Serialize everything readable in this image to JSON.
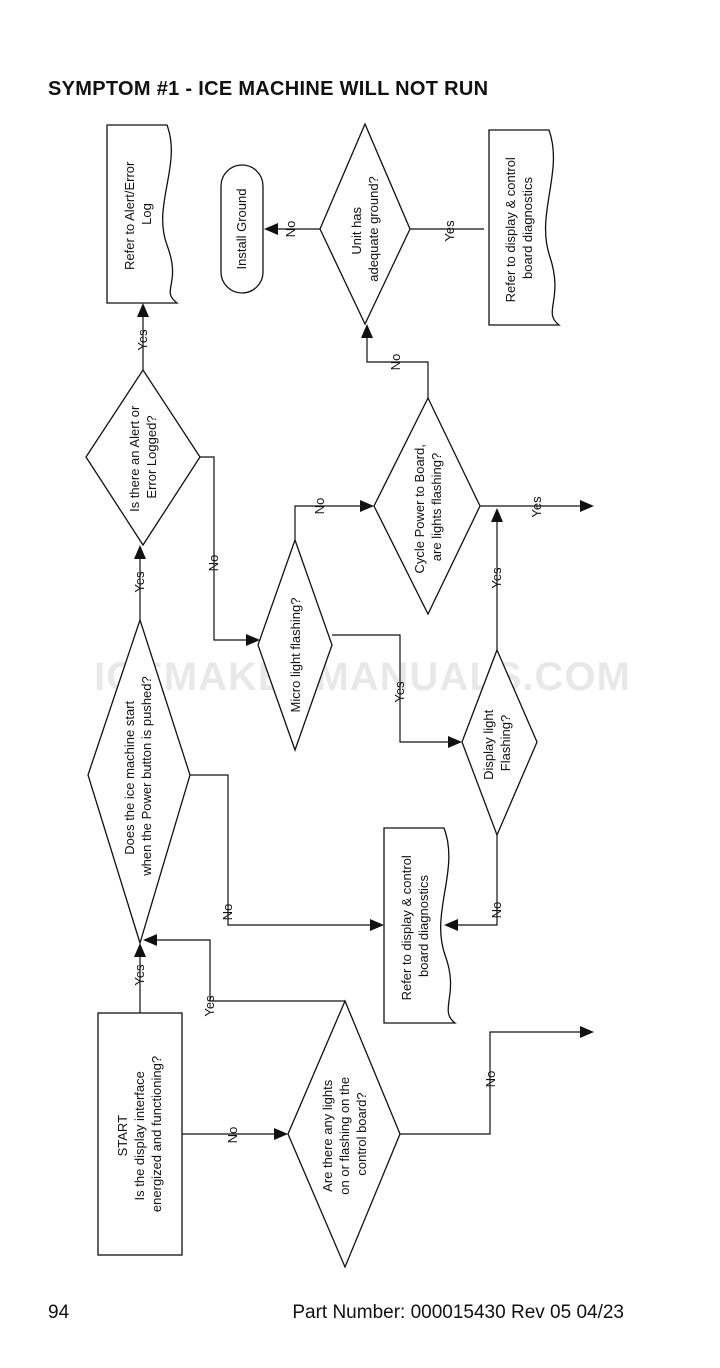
{
  "page": {
    "title": "SYMPTOM #1 - ICE MACHINE WILL NOT RUN",
    "page_number": "94",
    "part_number": "Part Number: 000015430 Rev 05 04/23",
    "watermark": "ICEMAKERMANUALS.COM"
  },
  "nodes": {
    "start": [
      "START",
      "Is the display interface",
      "energized and functioning?"
    ],
    "any_lights": [
      "Are there any lights",
      "on or flashing on the",
      "control board?"
    ],
    "machine_start": [
      "Does the ice machine start",
      "when the Power button is pushed?"
    ],
    "alert_logged": [
      "Is there an Alert or",
      "Error Logged?"
    ],
    "refer_alert": [
      "Refer to Alert/Error",
      "Log"
    ],
    "micro_flash": [
      "Micro light flashing?"
    ],
    "display_flash": [
      "Display light",
      "Flashing?"
    ],
    "refer_diag_lower": [
      "Refer to display & control",
      "board diagnostics"
    ],
    "cycle_power": [
      "Cycle Power to Board,",
      "are lights flashing?"
    ],
    "ground": [
      "Unit has",
      "adequate ground?"
    ],
    "install_ground": [
      "Install Ground"
    ],
    "refer_diag_upper": [
      "Refer to display & control",
      "board diagnostics"
    ]
  },
  "labels": {
    "yes": "Yes",
    "no": "No"
  }
}
